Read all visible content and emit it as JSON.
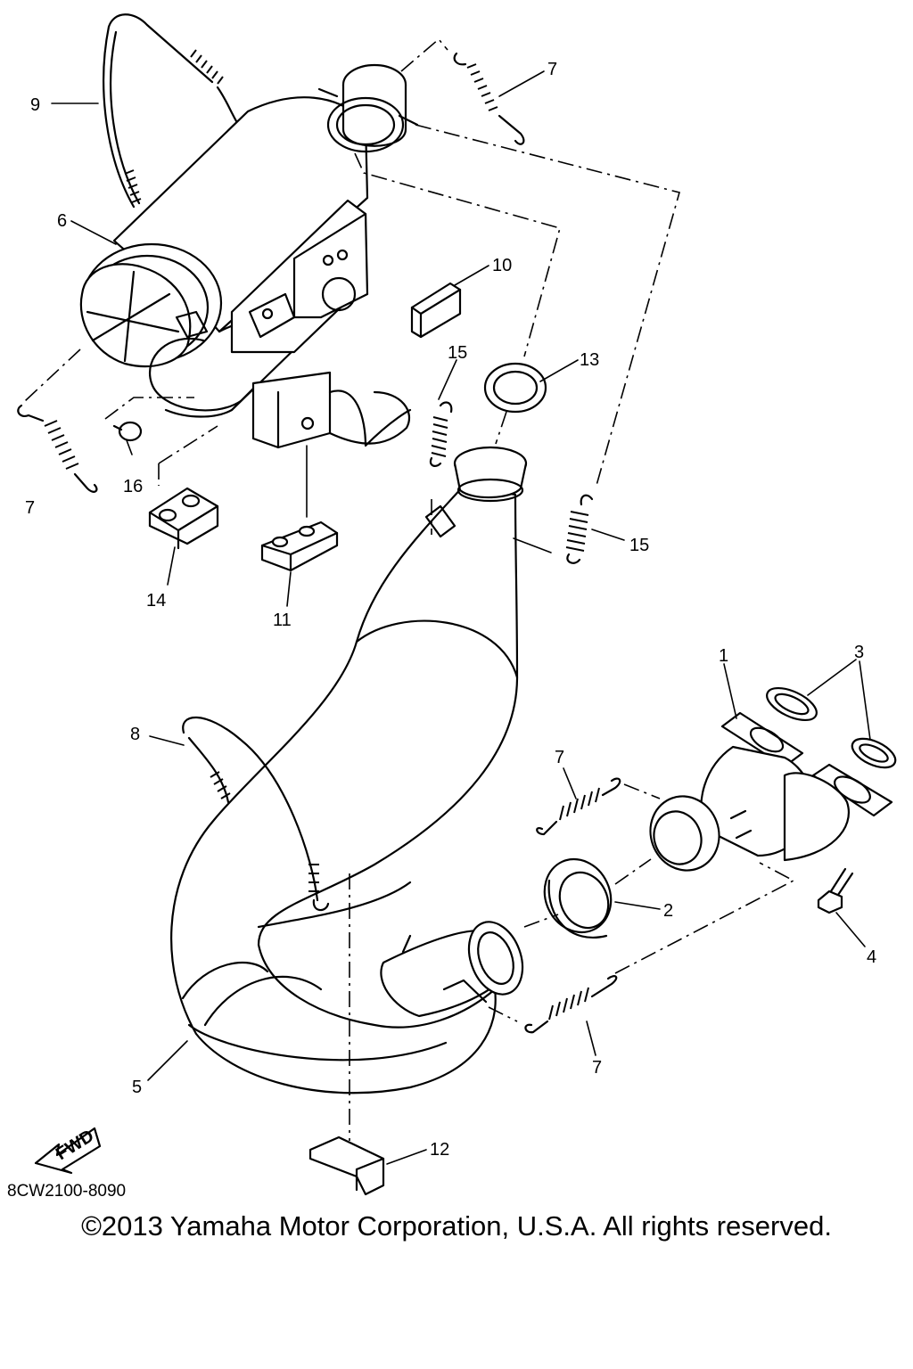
{
  "callouts": [
    {
      "id": "c9",
      "text": "9"
    },
    {
      "id": "c7a",
      "text": "7"
    },
    {
      "id": "c6",
      "text": "6"
    },
    {
      "id": "c10",
      "text": "10"
    },
    {
      "id": "c15a",
      "text": "15"
    },
    {
      "id": "c13",
      "text": "13"
    },
    {
      "id": "c7b",
      "text": "7"
    },
    {
      "id": "c16",
      "text": "16"
    },
    {
      "id": "c15b",
      "text": "15"
    },
    {
      "id": "c14",
      "text": "14"
    },
    {
      "id": "c11",
      "text": "11"
    },
    {
      "id": "c1",
      "text": "1"
    },
    {
      "id": "c3",
      "text": "3"
    },
    {
      "id": "c8",
      "text": "8"
    },
    {
      "id": "c7c",
      "text": "7"
    },
    {
      "id": "c2",
      "text": "2"
    },
    {
      "id": "c4",
      "text": "4"
    },
    {
      "id": "c7d",
      "text": "7"
    },
    {
      "id": "c5",
      "text": "5"
    },
    {
      "id": "c12",
      "text": "12"
    }
  ],
  "fwd_label": "FWD",
  "part_code": "8CW2100-8090",
  "copyright": "©2013 Yamaha Motor Corporation, U.S.A. All rights reserved."
}
